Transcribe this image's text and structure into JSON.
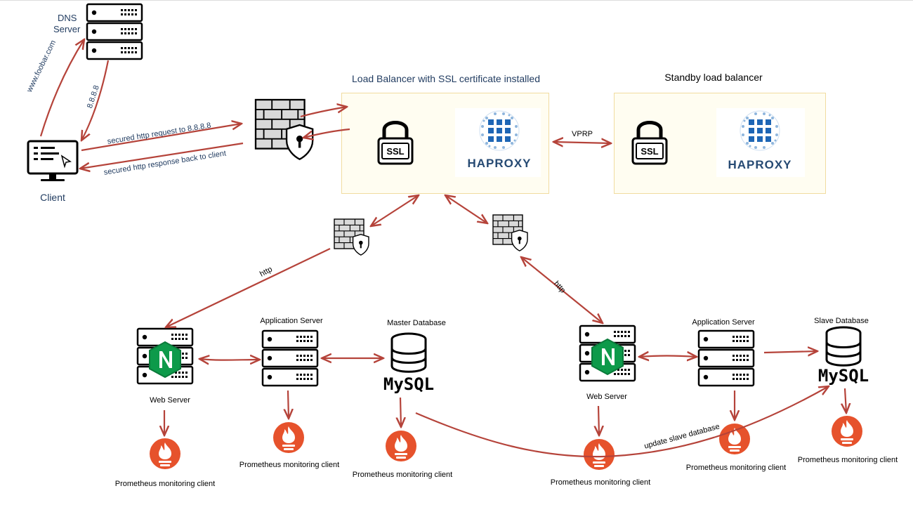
{
  "dns": {
    "label_line1": "DNS",
    "label_line2": "Server"
  },
  "client": {
    "label": "Client"
  },
  "edges": {
    "domain": "www.foobar.com",
    "ip": "8.8.8.8",
    "request": "secured http request to 8.8.8.8",
    "response": "secured http response back to client",
    "vrrp": "VPRP",
    "http_left": "http",
    "http_right": "http",
    "update_slave": "update slave database"
  },
  "load_balancer": {
    "title": "Load Balancer with SSL certificate installed",
    "ssl_label": "SSL",
    "haproxy_label": "HAPROXY"
  },
  "standby": {
    "title": "Standby load balancer",
    "ssl_label": "SSL",
    "haproxy_label": "HAPROXY"
  },
  "left_stack": {
    "web_server": "Web Server",
    "app_server": "Application Server",
    "database": "Master Database",
    "mysql": "MySQL",
    "monitor_web": "Prometheus monitoring client",
    "monitor_app": "Prometheus monitoring client",
    "monitor_db": "Prometheus monitoring client"
  },
  "right_stack": {
    "web_server": "Web Server",
    "app_server": "Application Server",
    "database": "Slave Database",
    "mysql": "MySQL",
    "monitor_web": "Prometheus monitoring client",
    "monitor_app": "Prometheus monitoring client",
    "monitor_db": "Prometheus monitoring client"
  },
  "colors": {
    "arrow": "#b5433a",
    "prometheus": "#e6522c",
    "nginx": "#0d9a4a",
    "haproxy_blue": "#1e66b5",
    "haproxy_dark": "#264a73",
    "box_border": "#f1dca0",
    "box_fill": "#fffdf1"
  }
}
